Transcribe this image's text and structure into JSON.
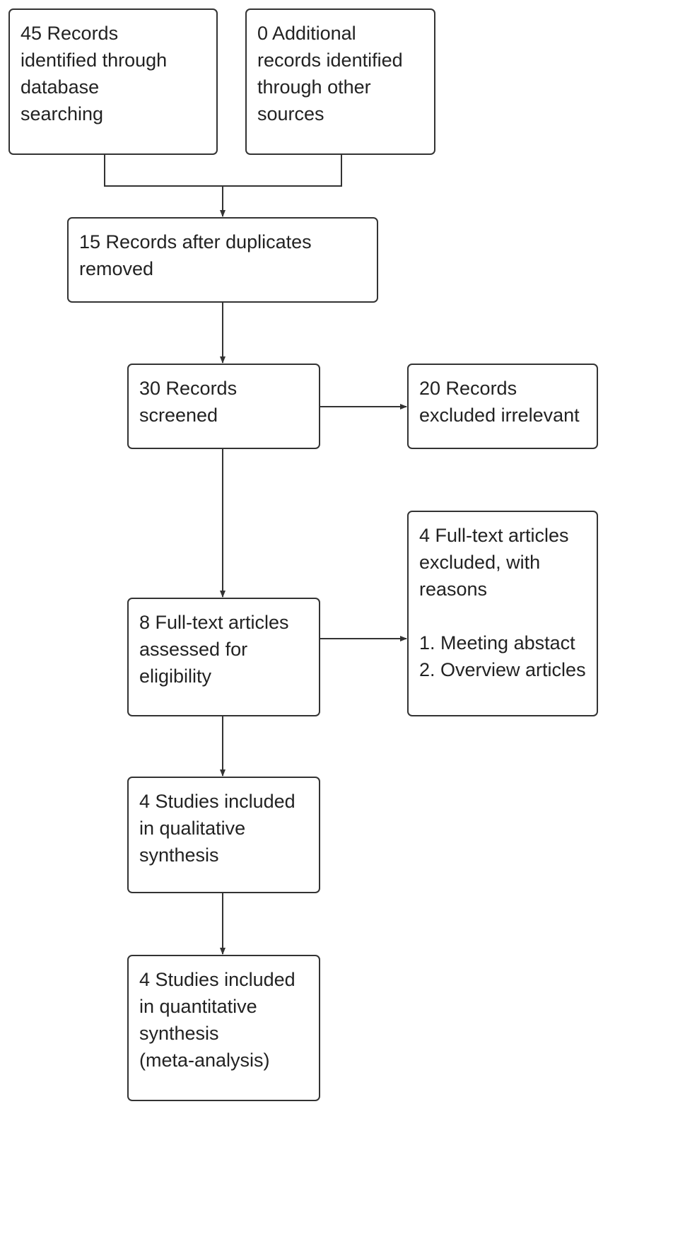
{
  "boxes": {
    "database": {
      "lines": [
        "45 Records",
        "identified through",
        "database",
        "searching"
      ]
    },
    "other_sources": {
      "lines": [
        "0 Additional",
        "records identified",
        "through other",
        "sources"
      ]
    },
    "after_duplicates": {
      "lines": [
        "15 Records after duplicates",
        "removed"
      ]
    },
    "screened": {
      "lines": [
        "30 Records",
        "screened"
      ]
    },
    "excluded_screen": {
      "lines": [
        "20 Records",
        "excluded irrelevant"
      ]
    },
    "fulltext_assessed": {
      "lines": [
        "8 Full-text articles",
        "assessed for",
        "eligibility"
      ]
    },
    "fulltext_excluded": {
      "lines": [
        "4 Full-text articles",
        "excluded, with",
        "reasons",
        "",
        "1. Meeting abstact",
        "2. Overview articles"
      ]
    },
    "qualitative": {
      "lines": [
        "4 Studies included",
        "in qualitative",
        "synthesis"
      ]
    },
    "quantitative": {
      "lines": [
        "4 Studies included",
        "in quantitative",
        "synthesis",
        "(meta-analysis)"
      ]
    }
  },
  "colors": {
    "stroke": "#333333",
    "background": "#ffffff"
  }
}
